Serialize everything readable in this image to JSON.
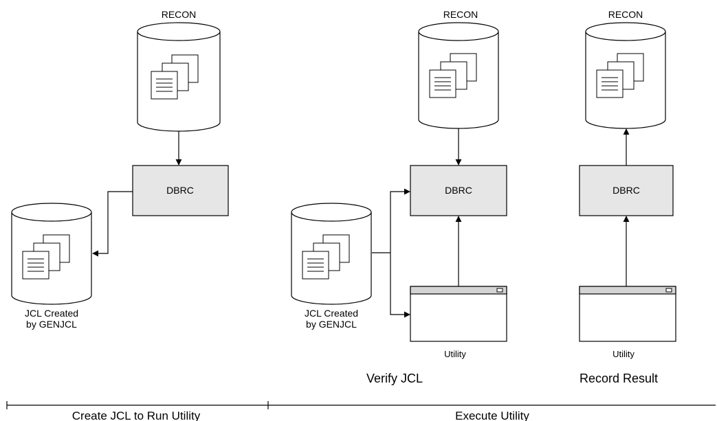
{
  "diagram": {
    "recon_labels": [
      "RECON",
      "RECON",
      "RECON"
    ],
    "dbrc_labels": [
      "DBRC",
      "DBRC",
      "DBRC"
    ],
    "jcl_datasets": [
      {
        "line1": "JCL Created",
        "line2": "by GENJCL"
      },
      {
        "line1": "JCL Created",
        "line2": "by GENJCL"
      }
    ],
    "utility_labels": [
      "Utility",
      "Utility"
    ],
    "step_titles": {
      "verify": "Verify JCL",
      "record": "Record Result"
    },
    "phases": {
      "create": "Create JCL to Run Utility",
      "execute": "Execute Utility"
    }
  },
  "colors": {
    "stroke": "#000000",
    "box_fill": "#e6e6e6",
    "window_bar": "#d4d4d4",
    "background": "#ffffff"
  }
}
